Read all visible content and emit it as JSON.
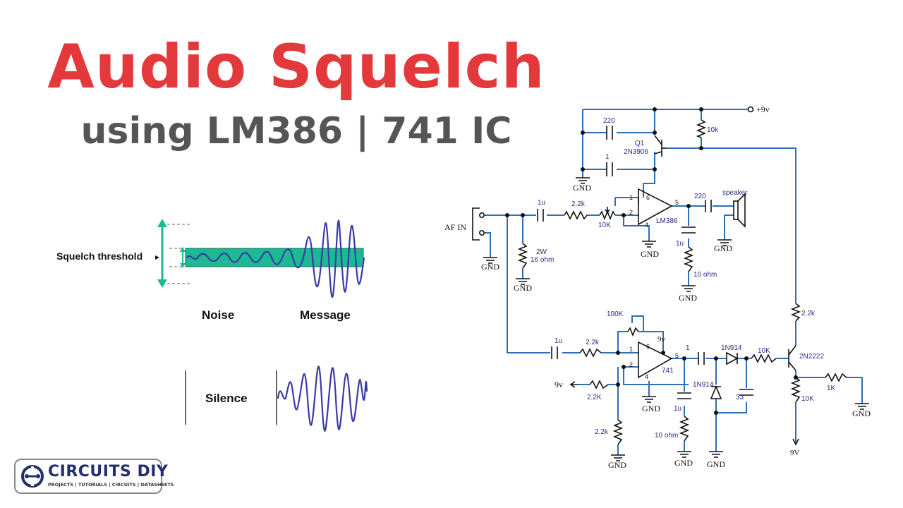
{
  "header": {
    "title": "Audio Squelch",
    "subtitle": "using LM386 | 741 IC"
  },
  "illustration": {
    "threshold_label": "Squelch threshold",
    "noise_label": "Noise",
    "message_label": "Message",
    "silence_label": "Silence",
    "colors": {
      "band": "#1db992",
      "wave": "#3a3aa8",
      "arrow": "#1db992"
    }
  },
  "schematic": {
    "colors": {
      "wire": "#2f6fb8",
      "component": "#000000",
      "label": "#2b2b8a"
    },
    "labels": {
      "supply": "+9v",
      "cap_220_top": "220",
      "cap_1_top": "1",
      "q1_name": "Q1",
      "q1_part": "2N3906",
      "r_10k_top": "10k",
      "gnd_q": "GND",
      "af_in": "AF IN",
      "gnd_in": "GND",
      "cap_1u_in": "1u",
      "r_2k2_in": "2.2k",
      "pot_10k": "10K",
      "pin1_386": "1",
      "pin2_386": "2",
      "pin6_386": "6",
      "pin4_386": "4",
      "pin5_386": "5",
      "lm386": "LM386",
      "gnd_386": "GND",
      "cap_220_out": "220",
      "speaker": "speaker",
      "gnd_spk": "GND",
      "r_2w": "2W",
      "r_16ohm": "16 ohm",
      "gnd_16": "GND",
      "cap_1u_386": "1u",
      "r_10ohm_386": "10 ohm",
      "gnd_10ohm": "GND",
      "r_2k2_right": "2.2k",
      "pot_100k": "100K",
      "supply_741": "9v",
      "cap_1u_741": "1u",
      "r_2k2_741": "2.2k",
      "pin1_741": "1",
      "pin2_741": "2",
      "pin6_741": "6",
      "pin4_741": "4",
      "pin5_741": "5",
      "ic741": "741",
      "gnd_741": "GND",
      "bias_9v": "9v",
      "r_2k2_bias": "2.2K",
      "r_2k2_low": "2.2k",
      "gnd_2k2": "GND",
      "cap_1_out": "1",
      "diode_1": "1N914",
      "diode_2": "1N914",
      "r_10k_base": "10K",
      "q2_part": "2N2222",
      "cap_33": "33",
      "cap_1u_741b": "1u",
      "r_10ohm_741": "10 ohm",
      "gnd_10ohm_b": "GND",
      "gnd_diode": "GND",
      "r_1k": "1K",
      "gnd_1k": "GND",
      "r_10k_emit": "10K",
      "supply_9v_bottom": "9V"
    }
  },
  "logo": {
    "name": "CIRCUITS DIY",
    "tagline": "PROJECTS | TUTORIALS | CIRCUITS | DATASHEETS"
  }
}
